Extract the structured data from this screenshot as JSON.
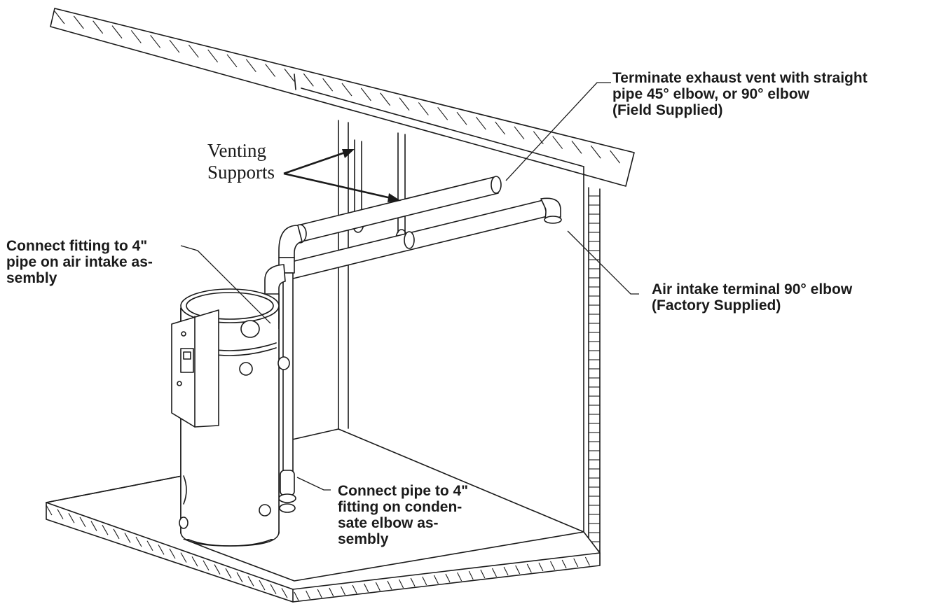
{
  "labels": {
    "terminate_exhaust": [
      "Terminate exhaust vent with straight",
      "pipe 45° elbow, or 90° elbow",
      "(Field Supplied)"
    ],
    "venting_supports": [
      "Venting",
      "Supports"
    ],
    "connect_fitting": [
      "Connect fitting to 4\"",
      "pipe on air intake as-",
      "sembly"
    ],
    "air_intake_terminal": [
      "Air intake terminal 90° elbow",
      "(Factory Supplied)"
    ],
    "connect_pipe": [
      "Connect pipe to 4\"",
      "fitting on conden-",
      "sate elbow as-",
      "sembly"
    ]
  },
  "colors": {
    "line": "#1a1a1a",
    "background": "#ffffff"
  }
}
